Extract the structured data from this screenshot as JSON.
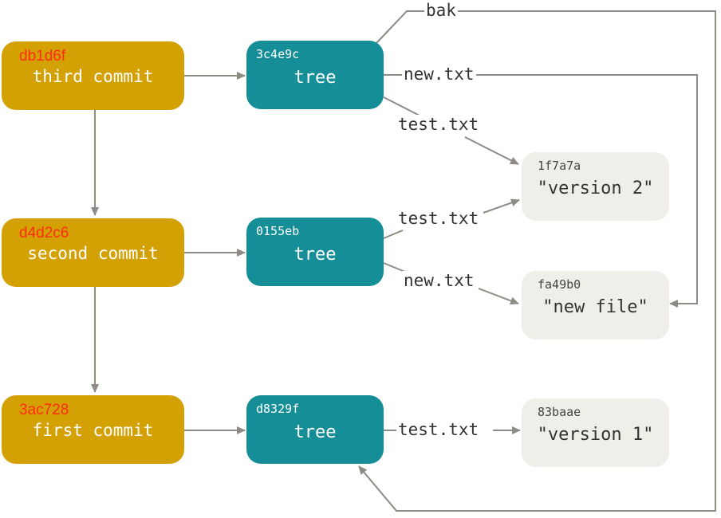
{
  "commits": [
    {
      "hash": "db1d6f",
      "message": "third commit"
    },
    {
      "hash": "d4d2c6",
      "message": "second commit"
    },
    {
      "hash": "3ac728",
      "message": "first commit"
    }
  ],
  "trees": [
    {
      "hash": "3c4e9c",
      "label": "tree"
    },
    {
      "hash": "0155eb",
      "label": "tree"
    },
    {
      "hash": "d8329f",
      "label": "tree"
    }
  ],
  "blobs": [
    {
      "hash": "1f7a7a",
      "content": "\"version 2\""
    },
    {
      "hash": "fa49b0",
      "content": "\"new file\""
    },
    {
      "hash": "83baae",
      "content": "\"version 1\""
    }
  ],
  "edge_labels": {
    "bak": "bak",
    "tree1_new": "new.txt",
    "tree1_test": "test.txt",
    "tree2_test": "test.txt",
    "tree2_new": "new.txt",
    "tree3_test": "test.txt"
  },
  "colors": {
    "commit": "#D4A104",
    "tree": "#168E98",
    "blob": "#EFEEE8",
    "commit_hash": "#FF2A12",
    "edge": "#8E8A84"
  }
}
